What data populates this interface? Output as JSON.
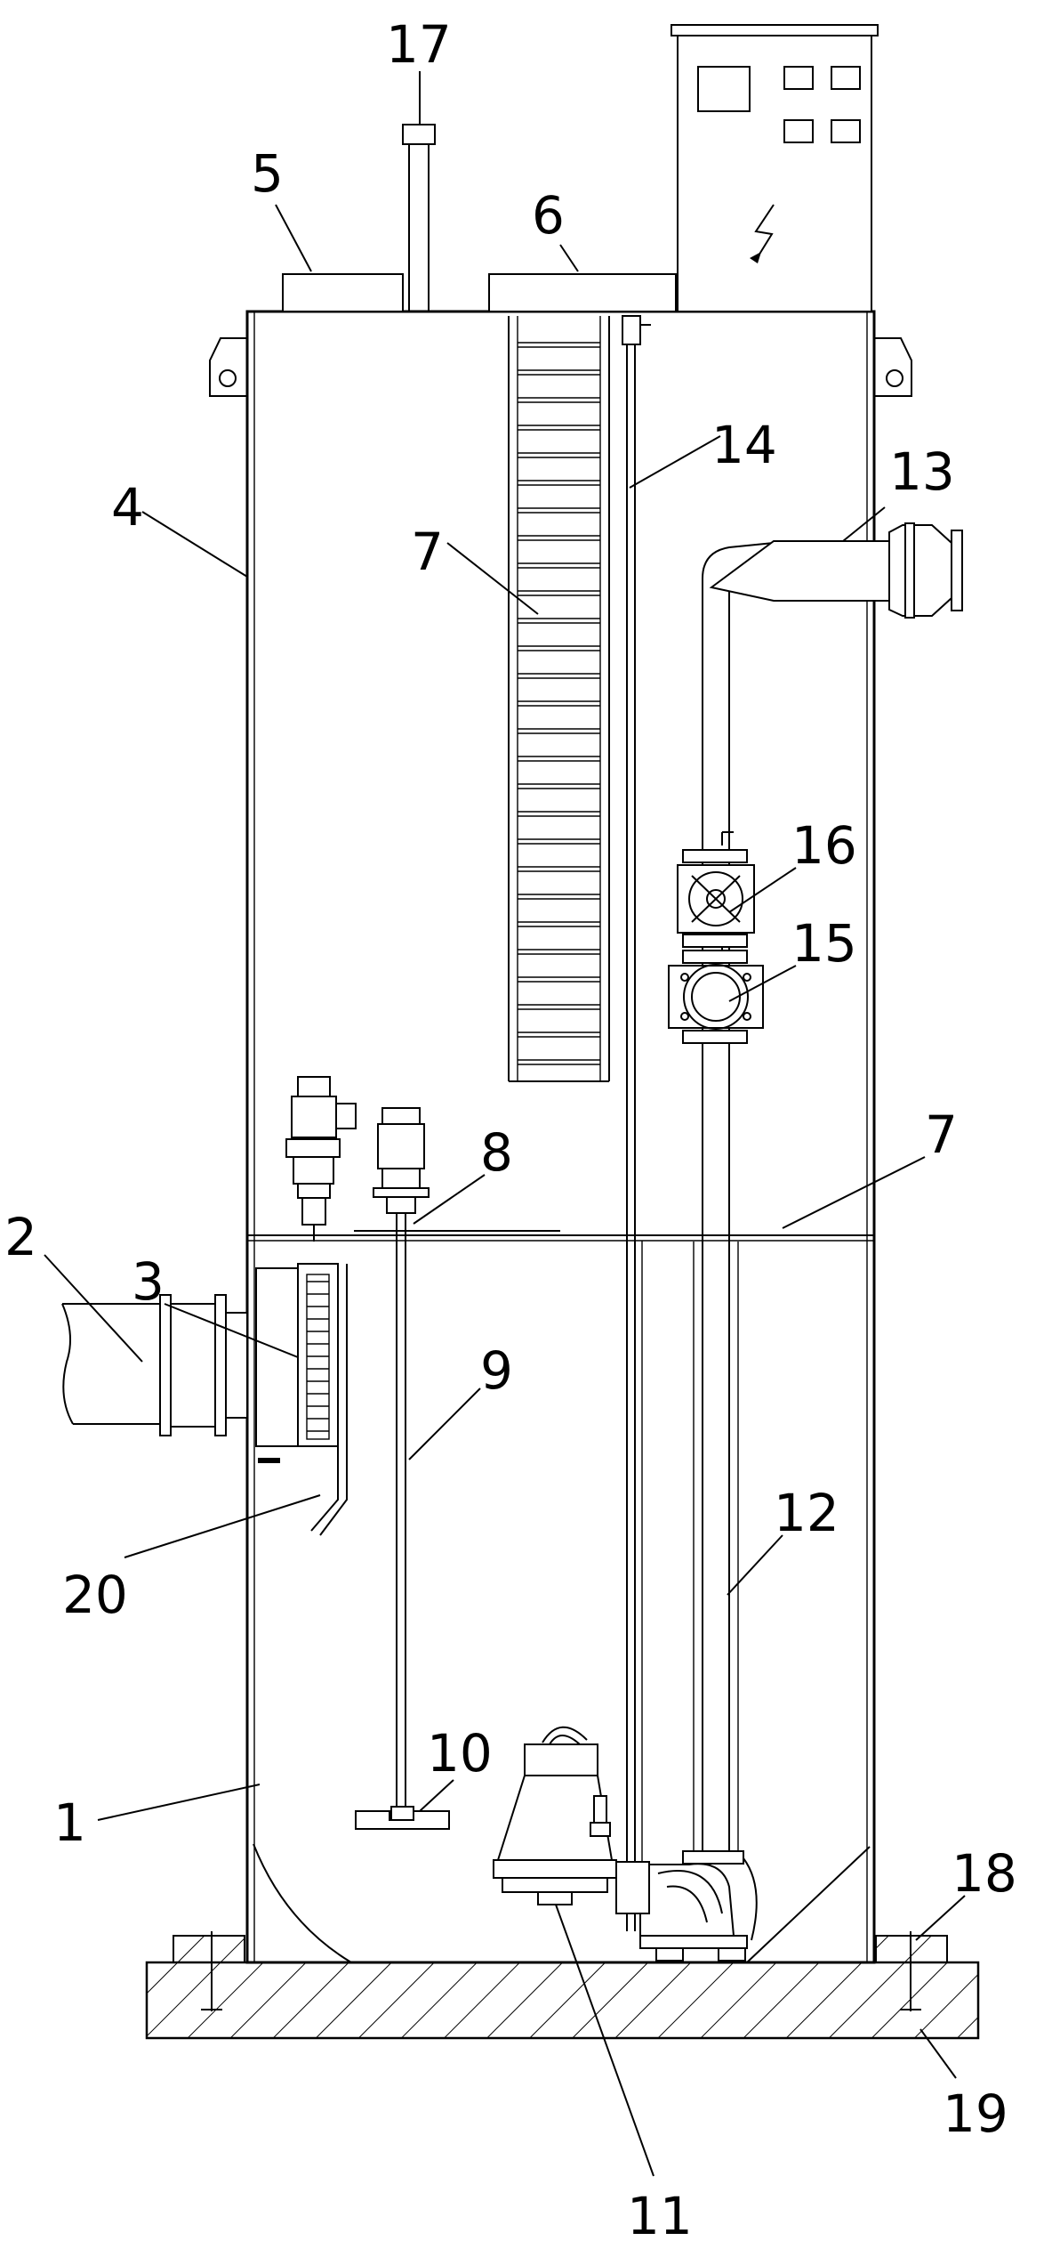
{
  "labels": {
    "l1": "1",
    "l2": "2",
    "l3": "3",
    "l4": "4",
    "l5": "5",
    "l6": "6",
    "l7a": "7",
    "l7b": "7",
    "l8": "8",
    "l9": "9",
    "l10": "10",
    "l11": "11",
    "l12": "12",
    "l13": "13",
    "l14": "14",
    "l15": "15",
    "l16": "16",
    "l17": "17",
    "l18": "18",
    "l19": "19",
    "l20": "20"
  },
  "icons": {
    "control_box_symbol": "lightning-bolt-icon"
  },
  "colors": {
    "line": "#000000",
    "background": "#ffffff"
  }
}
